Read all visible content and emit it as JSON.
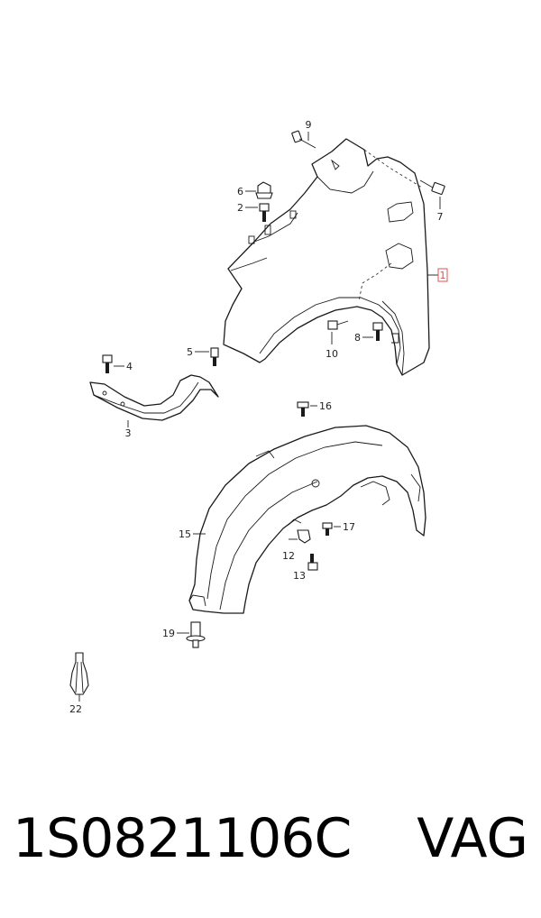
{
  "callouts": {
    "p1": "1",
    "p2": "2",
    "p3": "3",
    "p4": "4",
    "p5": "5",
    "p6": "6",
    "p7": "7",
    "p8": "8",
    "p9": "9",
    "p10": "10",
    "p12": "12",
    "p13": "13",
    "p15": "15",
    "p16": "16",
    "p17": "17",
    "p19": "19",
    "p22": "22"
  },
  "footer": {
    "part_number": "1S0821106C",
    "brand": "VAG"
  },
  "colors": {
    "line": "#1a1a1a",
    "highlight_box": "#e05050"
  }
}
